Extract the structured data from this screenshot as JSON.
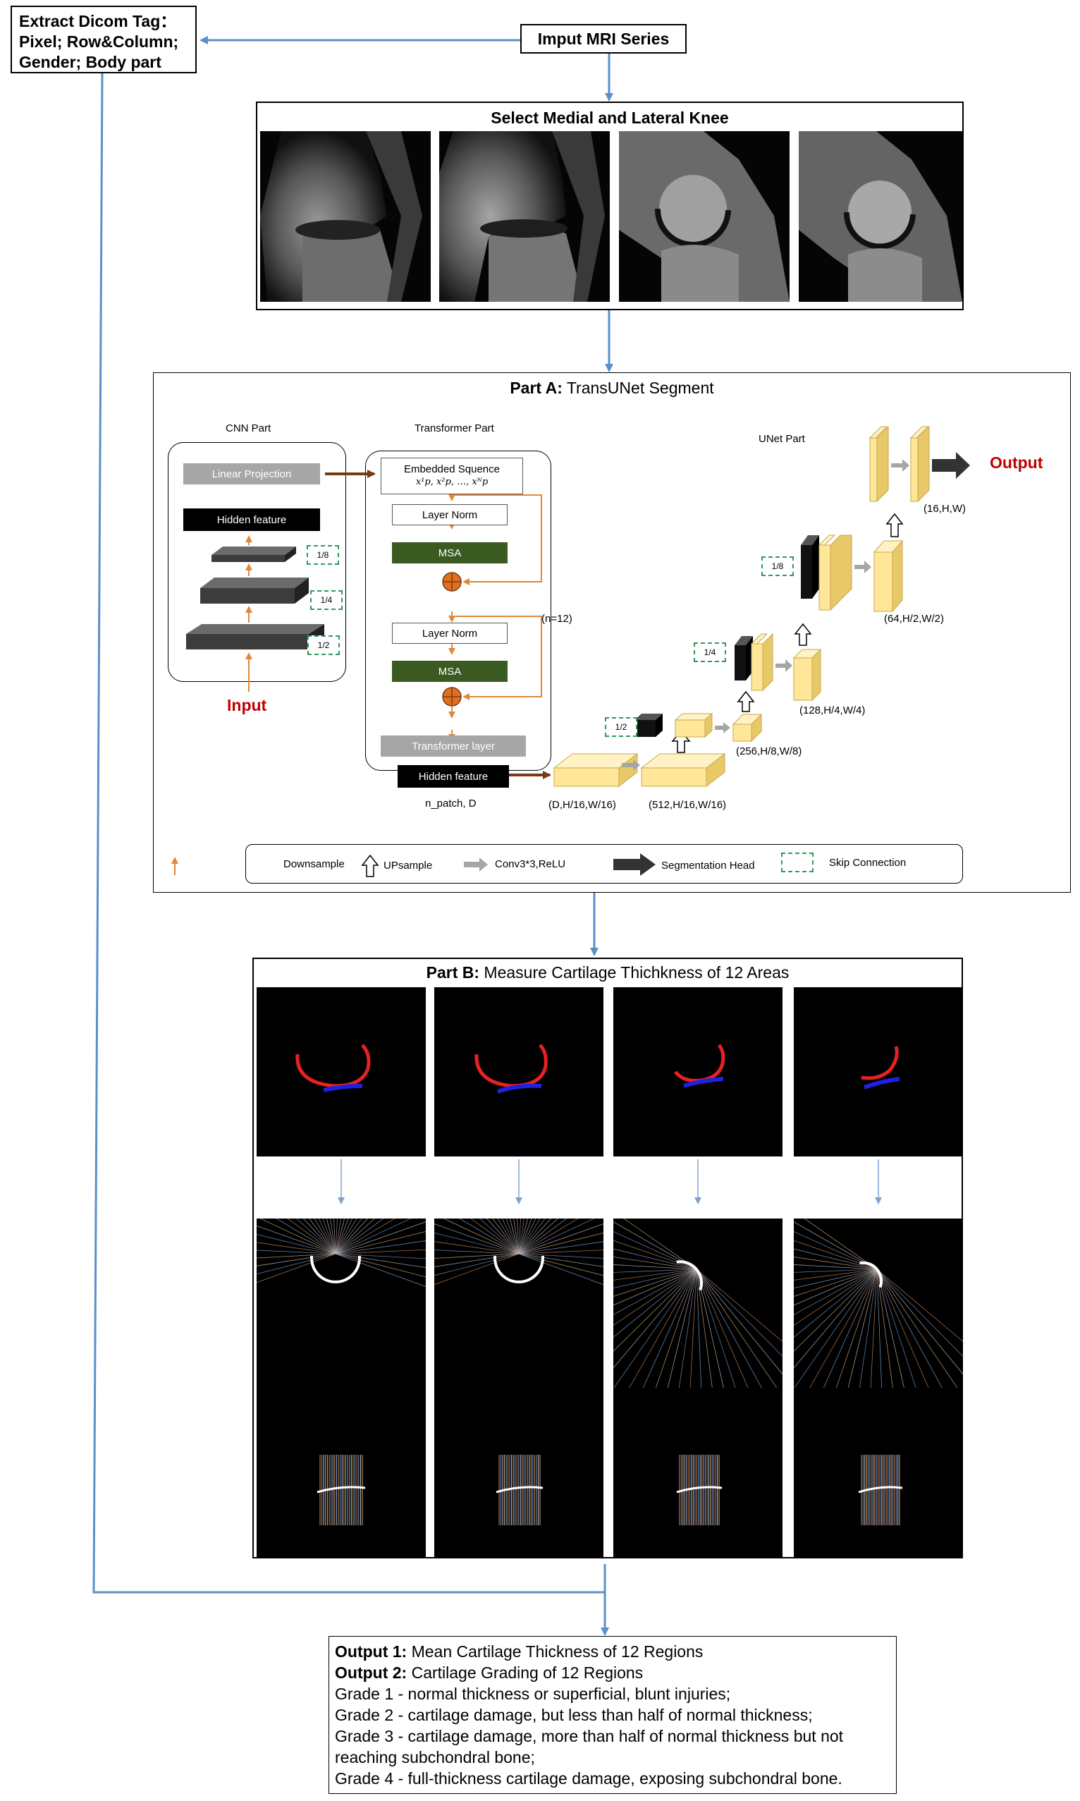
{
  "dicom_box": {
    "line1": "Extract Dicom Tag：",
    "line2": "Pixel; Row&Column;",
    "line3": "Gender; Body part"
  },
  "input_box": {
    "label": "Imput MRI Series"
  },
  "select_box": {
    "title": "Select Medial and Lateral Knee"
  },
  "part_a": {
    "title_bold": "Part A:",
    "title_rest": " TransUNet Segment",
    "cnn_part": "CNN Part",
    "transformer_part": "Transformer Part",
    "unet_part": "UNet Part",
    "linear_projection": "Linear Projection",
    "hidden_feature": "Hidden feature",
    "frac_8": "1/8",
    "frac_4": "1/4",
    "frac_2": "1/2",
    "input_label": "Input",
    "output_label": "Output",
    "embedded_sequence": "Embedded Squence",
    "embedded_formula": "x¹p, x²p, …, xᴺp",
    "layer_norm": "Layer Norm",
    "msa": "MSA",
    "n_repeat": "(n=12)",
    "transformer_layer": "Transformer layer",
    "hidden_feature_bottom": "Hidden feature",
    "n_patch": "n_patch, D",
    "dim_d": "(D,H/16,W/16)",
    "dim_512": "(512,H/16,W/16)",
    "dim_256": "(256,H/8,W/8)",
    "dim_128": "(128,H/4,W/4)",
    "dim_64": "(64,H/2,W/2)",
    "dim_16": "(16,H,W)",
    "legend": {
      "downsample": "Downsample",
      "upsample": "UPsample",
      "conv": "Conv3*3,ReLU",
      "seg_head": "Segmentation Head",
      "skip": "Skip Connection"
    }
  },
  "part_b": {
    "title_bold": "Part B:",
    "title_rest": " Measure Cartilage Thichkness of 12 Areas"
  },
  "output_box": {
    "o1_bold": "Output 1:",
    "o1_rest": " Mean Cartilage Thickness of 12 Regions",
    "o2_bold": "Output 2:",
    "o2_rest": " Cartilage Grading of 12 Regions",
    "g1": "Grade 1 - normal thickness or superficial, blunt injuries;",
    "g2": "Grade 2 - cartilage damage, but less than half of normal thickness;",
    "g3a": "Grade 3 - cartilage damage, more than half of normal thickness but not",
    "g3b": "reaching subchondral bone;",
    "g4": "Grade 4 - full-thickness cartilage damage, exposing subchondral bone."
  },
  "colors": {
    "flow_arrow": "#5b8fc9",
    "accent_red": "#c00000",
    "feature_yellow": "#ffe699",
    "msa_green": "#3b5a22",
    "skip_green": "#2e9a5a",
    "down_orange": "#e0883a",
    "linear_brown": "#7a3a12"
  }
}
